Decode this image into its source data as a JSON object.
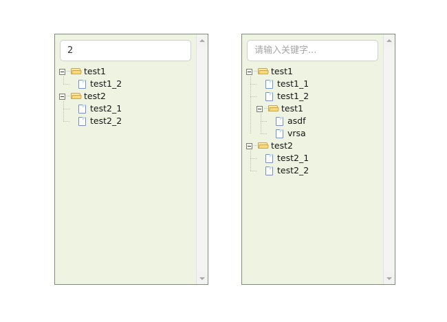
{
  "page": {
    "background": "#ffffff",
    "panel_bg": "#eef3e2",
    "panel_border": "#7d8d78",
    "folder_color": "#fcd978",
    "file_color": "#6f93c4",
    "text_color": "#141414",
    "placeholder_color": "#a6a6a6"
  },
  "panels": [
    {
      "name": "left-tree-panel",
      "search": {
        "value": "2",
        "placeholder": ""
      },
      "scrollbar": {
        "up_icon": "triangle-up-icon",
        "down_icon": "triangle-down-icon"
      },
      "tree": [
        {
          "label": "test1",
          "type": "folder",
          "expanded": true,
          "children": [
            {
              "label": "test1_2",
              "type": "file"
            }
          ]
        },
        {
          "label": "test2",
          "type": "folder",
          "expanded": true,
          "children": [
            {
              "label": "test2_1",
              "type": "file"
            },
            {
              "label": "test2_2",
              "type": "file"
            }
          ]
        }
      ]
    },
    {
      "name": "right-tree-panel",
      "search": {
        "value": "",
        "placeholder": "请输入关键字..."
      },
      "scrollbar": {
        "up_icon": "triangle-up-icon",
        "down_icon": "triangle-down-icon"
      },
      "tree": [
        {
          "label": "test1",
          "type": "folder",
          "expanded": true,
          "children": [
            {
              "label": "test1_1",
              "type": "file"
            },
            {
              "label": "test1_2",
              "type": "file"
            },
            {
              "label": "test1",
              "type": "folder",
              "expanded": true,
              "children": [
                {
                  "label": "asdf",
                  "type": "file"
                },
                {
                  "label": "vrsa",
                  "type": "file"
                }
              ]
            }
          ]
        },
        {
          "label": "test2",
          "type": "folder",
          "expanded": true,
          "children": [
            {
              "label": "test2_1",
              "type": "file"
            },
            {
              "label": "test2_2",
              "type": "file"
            }
          ]
        }
      ]
    }
  ]
}
